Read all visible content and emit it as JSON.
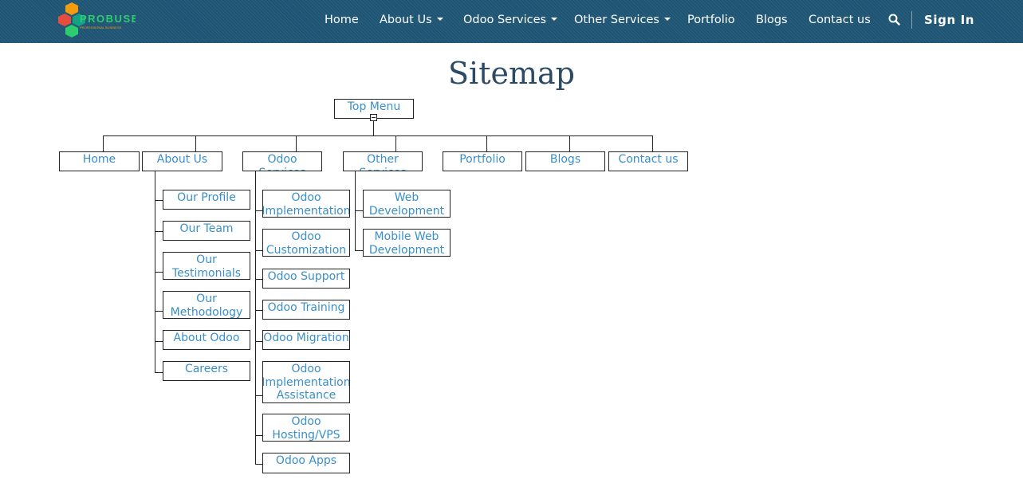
{
  "brand": {
    "name": "PROBUSE",
    "tagline": "PROFESSIONAL BUSINESS"
  },
  "nav": {
    "items": [
      {
        "label": "Home"
      },
      {
        "label": "About Us"
      },
      {
        "label": "Odoo Services"
      },
      {
        "label": "Other Services"
      },
      {
        "label": "Portfolio"
      },
      {
        "label": "Blogs"
      },
      {
        "label": "Contact us"
      }
    ],
    "search_icon": "search-icon",
    "signin": "Sign In"
  },
  "page": {
    "title": "Sitemap"
  },
  "sitemap": {
    "root": "Top Menu",
    "toggle_icon": "collapse-minus-icon",
    "top": [
      "Home",
      "About Us",
      "Odoo Services",
      "Other Services",
      "Portfolio",
      "Blogs",
      "Contact us"
    ],
    "about_children": [
      "Our Profile",
      "Our Team",
      "Our Testimonials",
      "Our Methodology",
      "About Odoo",
      "Careers"
    ],
    "odoo_children": [
      "Odoo Implementation",
      "Odoo Customization",
      "Odoo Support",
      "Odoo Training",
      "Odoo Migration",
      "Odoo Implementation Assistance",
      "Odoo Hosting/VPS",
      "Odoo Apps"
    ],
    "other_children": [
      "Web Development",
      "Mobile Web Development"
    ]
  },
  "colors": {
    "navbar": "#1f5574",
    "link": "#3a8fc7",
    "title": "#2c4a66"
  }
}
